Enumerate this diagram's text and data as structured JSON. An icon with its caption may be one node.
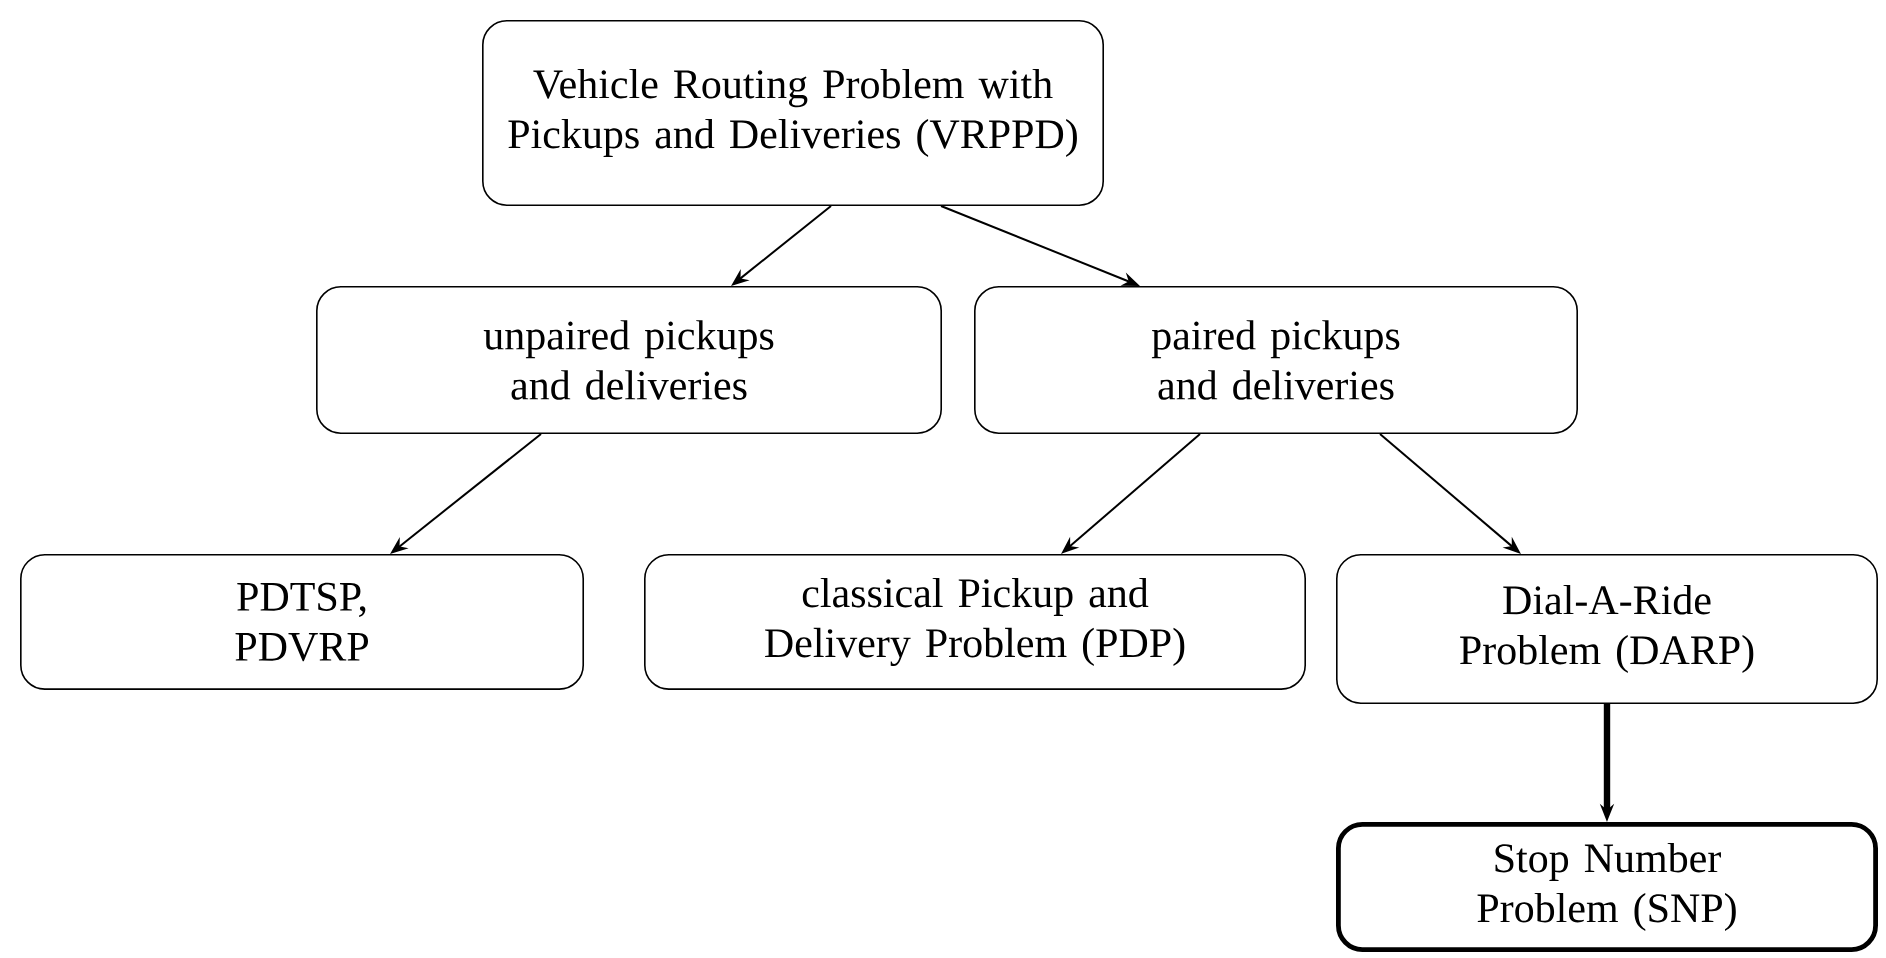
{
  "diagram": {
    "nodes": [
      {
        "text": [
          "Vehicle Routing Problem with Pickups and Deliveries (VRPPD)"
        ]
      },
      {
        "text": [
          "unpaired pickups and deliveries"
        ]
      },
      {
        "text": [
          "paired pickups and deliveries"
        ]
      },
      {
        "text": [
          "PDTSP, PDVRP"
        ]
      },
      {
        "text": [
          "classical Pickup and Delivery Problem (PDP)"
        ]
      },
      {
        "text": [
          "Dial-A-Ride Problem (DARP)"
        ]
      },
      {
        "text": [
          "Stop Number Problem (SNP)"
        ]
      }
    ],
    "edges": [
      {
        "from": 0,
        "to": 1,
        "arrow": "to"
      },
      {
        "from": 0,
        "to": 2,
        "arrow": "to"
      },
      {
        "from": 1,
        "to": 3,
        "arrow": "to"
      },
      {
        "from": 2,
        "to": 4,
        "arrow": "to"
      },
      {
        "from": 2,
        "to": 5,
        "arrow": "to"
      },
      {
        "from": 5,
        "to": 6,
        "arrow": "to",
        "style": "thick"
      }
    ]
  }
}
